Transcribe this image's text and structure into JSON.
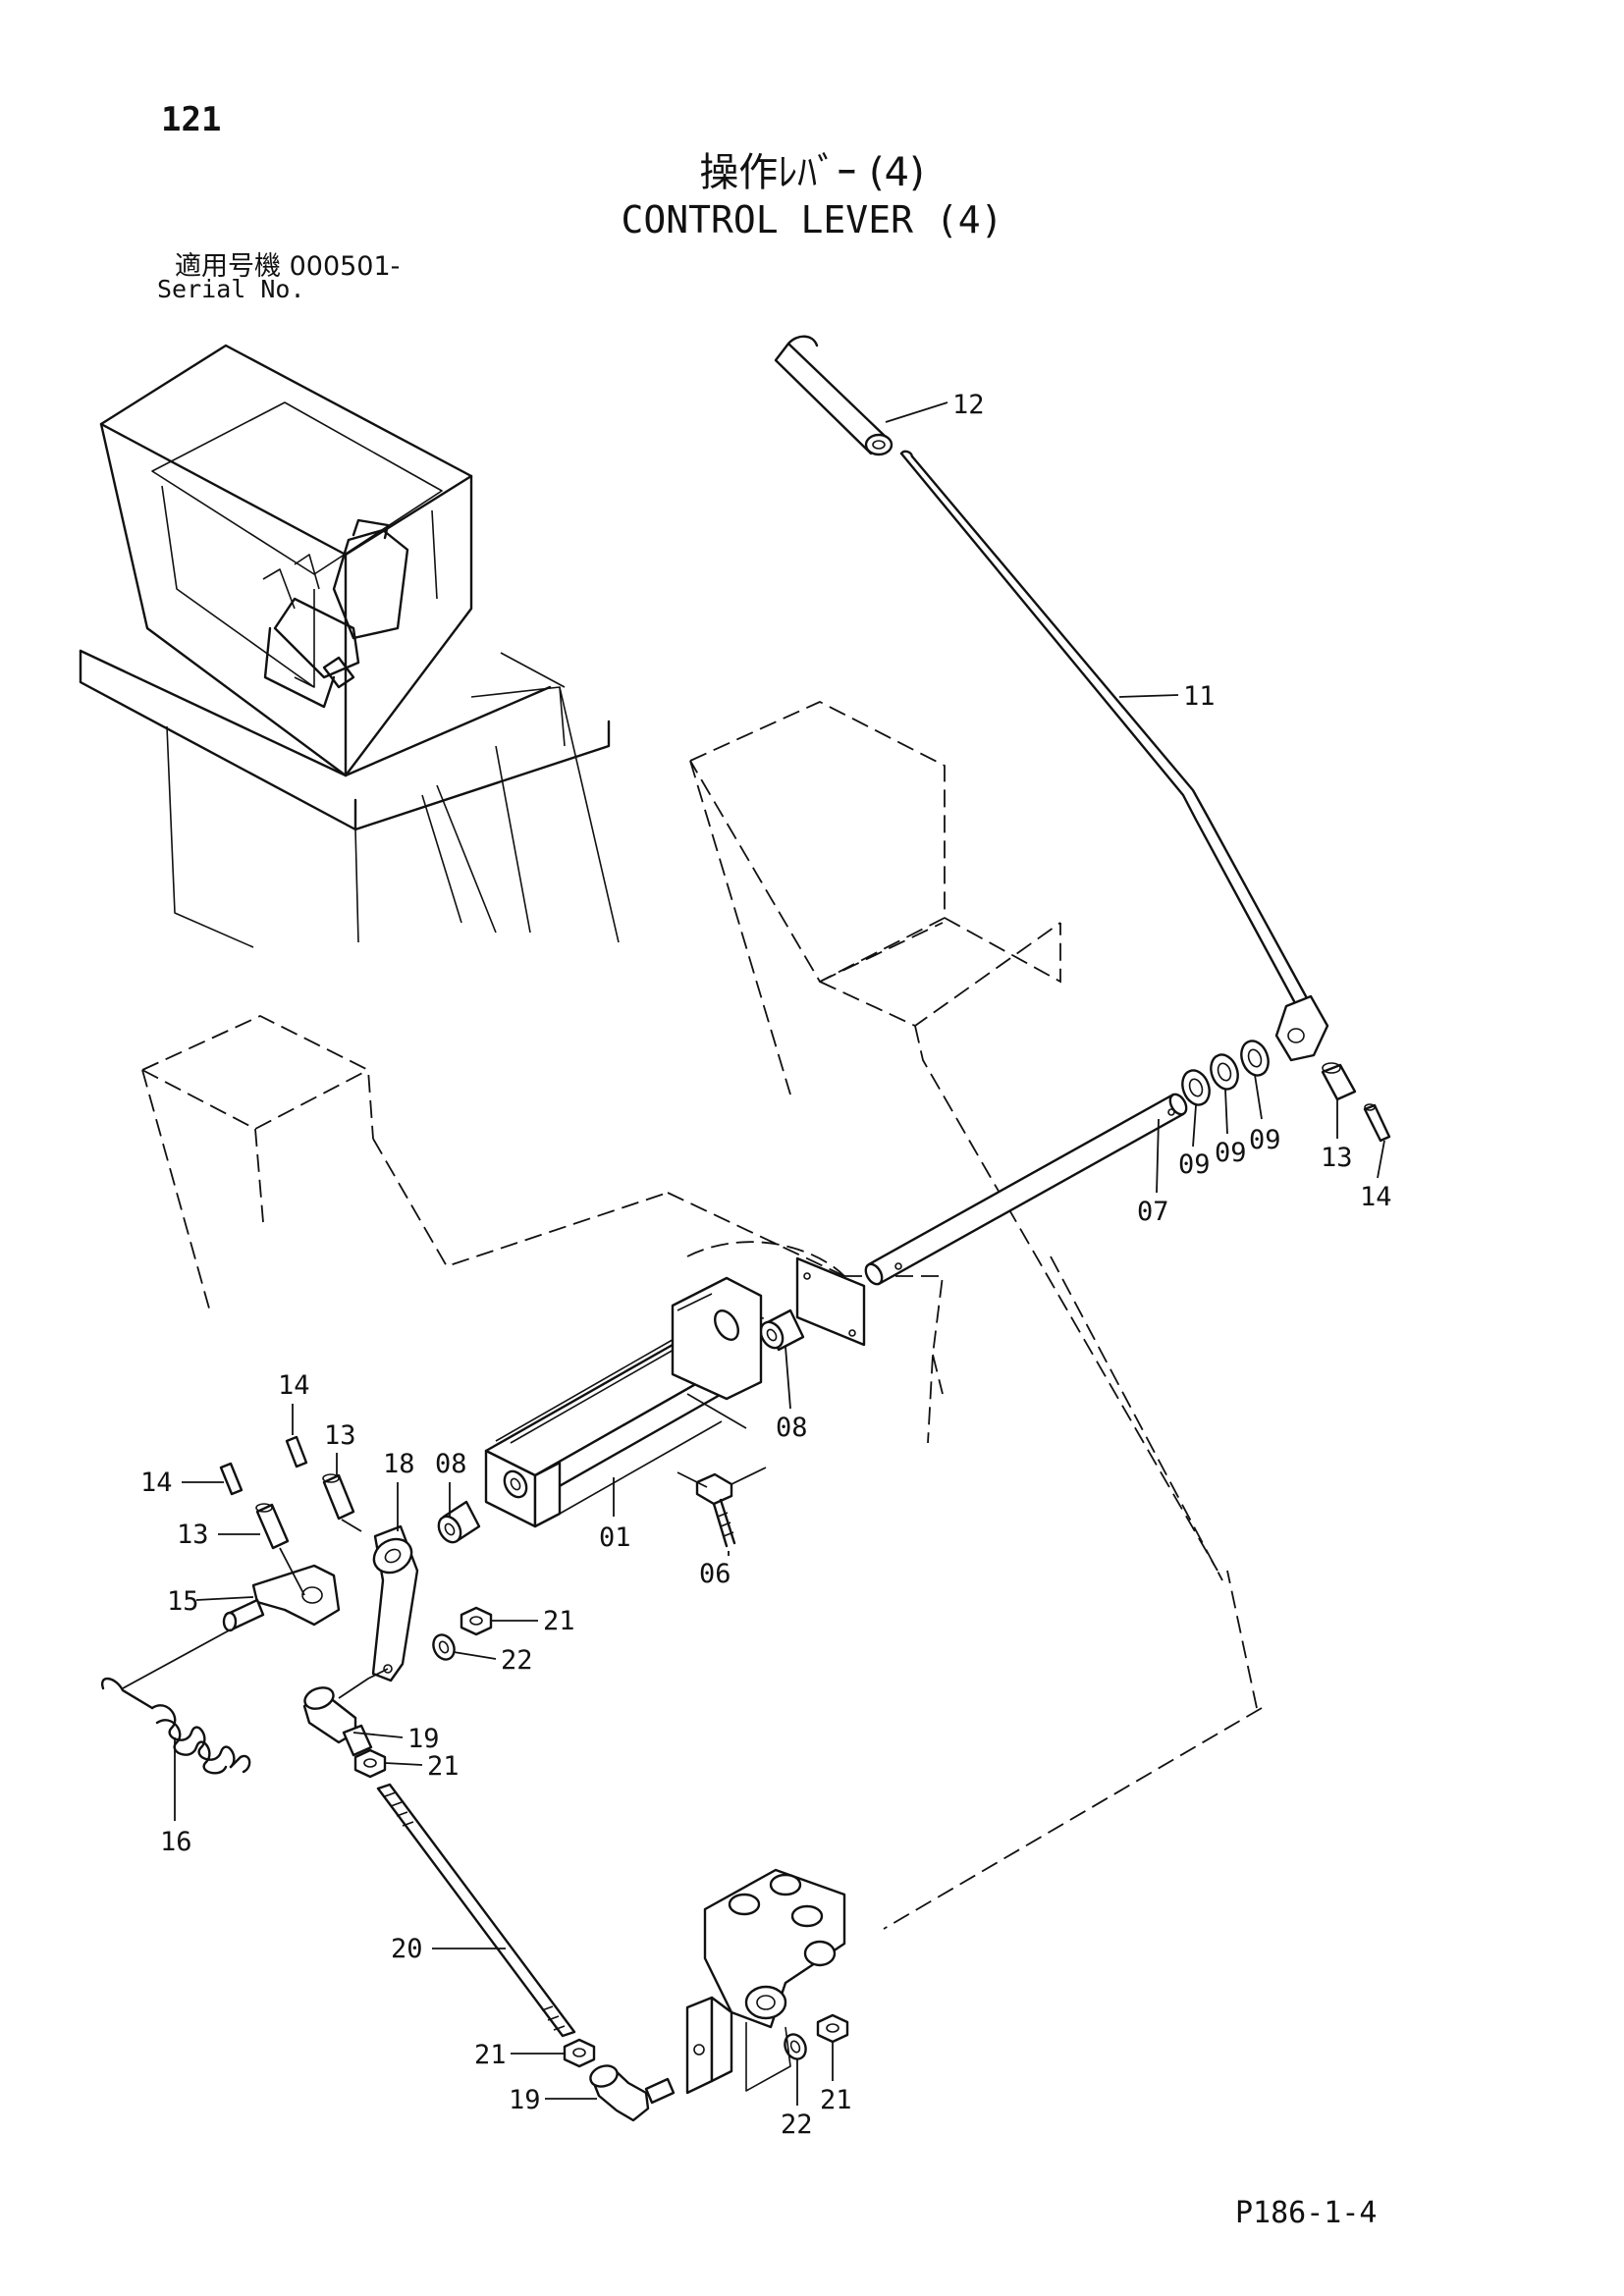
{
  "page_number": "121",
  "title_ja": "操作ﾚﾊﾞｰ (4)",
  "title_en": "CONTROL LEVER (4)",
  "serial_ja": "適用号機  000501-",
  "serial_en": "Serial No.",
  "figure_code": "P186-1-4",
  "callouts": [
    {
      "id": "c12",
      "label": "12"
    },
    {
      "id": "c11",
      "label": "11"
    },
    {
      "id": "c09a",
      "label": "09"
    },
    {
      "id": "c09b",
      "label": "09"
    },
    {
      "id": "c09c",
      "label": "09"
    },
    {
      "id": "c13r",
      "label": "13"
    },
    {
      "id": "c14r",
      "label": "14"
    },
    {
      "id": "c07",
      "label": "07"
    },
    {
      "id": "c08r",
      "label": "08"
    },
    {
      "id": "c14a",
      "label": "14"
    },
    {
      "id": "c13a",
      "label": "13"
    },
    {
      "id": "c18",
      "label": "18"
    },
    {
      "id": "c08l",
      "label": "08"
    },
    {
      "id": "c14b",
      "label": "14"
    },
    {
      "id": "c13b",
      "label": "13"
    },
    {
      "id": "c01",
      "label": "01"
    },
    {
      "id": "c06",
      "label": "06"
    },
    {
      "id": "c15",
      "label": "15"
    },
    {
      "id": "c21a",
      "label": "21"
    },
    {
      "id": "c22a",
      "label": "22"
    },
    {
      "id": "c19a",
      "label": "19"
    },
    {
      "id": "c21b",
      "label": "21"
    },
    {
      "id": "c16",
      "label": "16"
    },
    {
      "id": "c20",
      "label": "20"
    },
    {
      "id": "c21c",
      "label": "21"
    },
    {
      "id": "c19b",
      "label": "19"
    },
    {
      "id": "c22b",
      "label": "22"
    },
    {
      "id": "c21d",
      "label": "21"
    }
  ]
}
